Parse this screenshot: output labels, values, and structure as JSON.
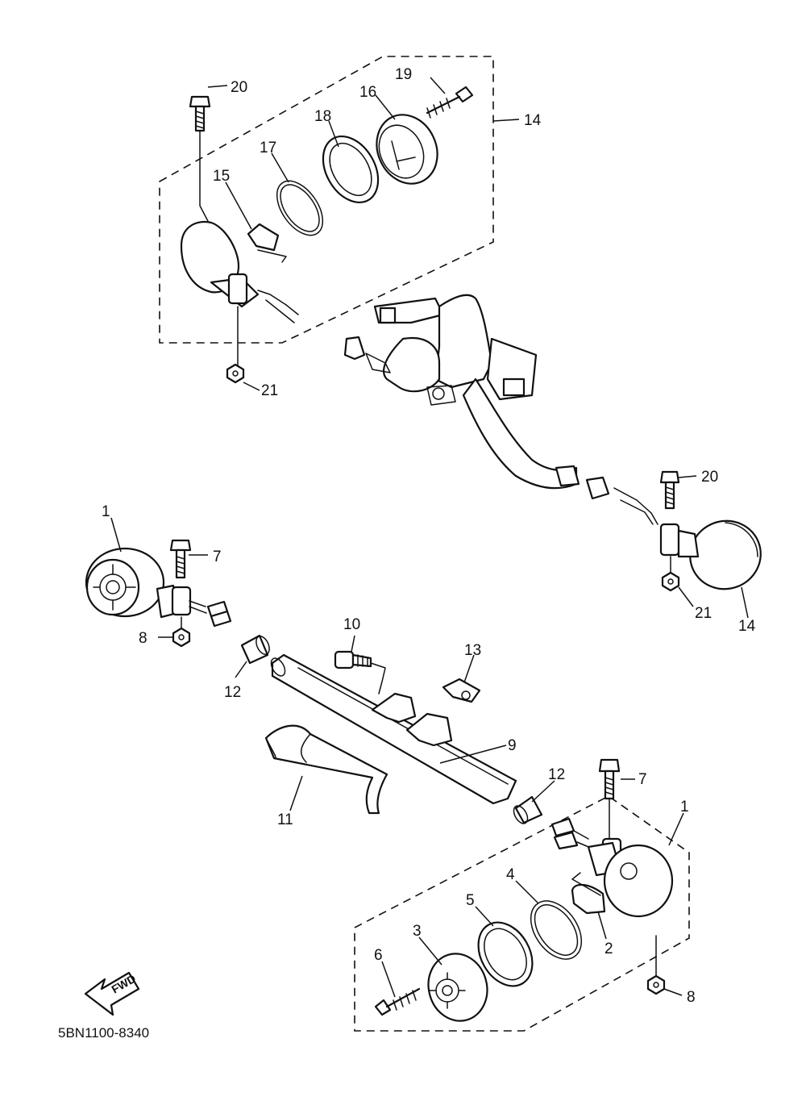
{
  "labels": {
    "p1": "1",
    "p2": "2",
    "p3": "3",
    "p4": "4",
    "p5": "5",
    "p6": "6",
    "p7": "7",
    "p8": "8",
    "p9": "9",
    "p10": "10",
    "p11": "11",
    "p12": "12",
    "p13": "13",
    "p14": "14",
    "p15": "15",
    "p16": "16",
    "p17": "17",
    "p18": "18",
    "p19": "19",
    "p20": "20",
    "p21": "21"
  },
  "fwd_arrow": {
    "label": "FWD"
  },
  "diagram_code": "5BN1100-8340"
}
